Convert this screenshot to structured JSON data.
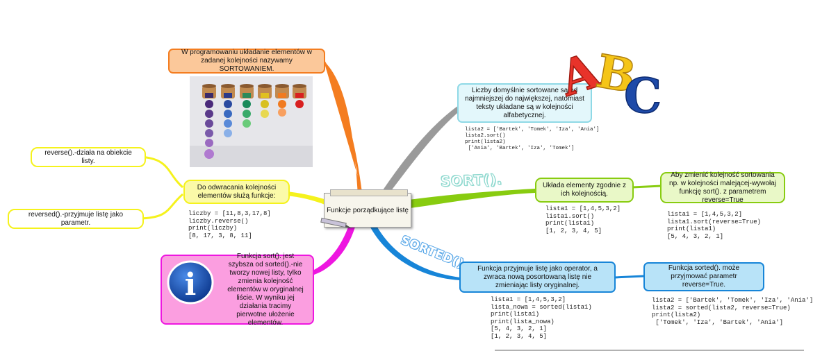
{
  "center": {
    "label": "Funkcje porządkujące listę"
  },
  "nodes": {
    "intro": {
      "text": "W programowaniu układanie elementów w zadanej kolejności nazywamy SORTOWANIEM."
    },
    "reverse_intro": {
      "text": "Do odwracania kolejności elementów służą funkcje:"
    },
    "reverse_method": {
      "text": "reverse().-działa na obiekcie listy."
    },
    "reversed_func": {
      "text": "reversed().-przyjmuje listę jako parametr."
    },
    "info": {
      "text": "Funkcja sort(). jest szybsza od sorted().-nie tworzy nowej listy, tylko zmienia kolejność elementów w oryginalnej liście. W wyniku jej działania tracimy pierwotne ułożenie elementów."
    },
    "default_sort": {
      "text": "Liczby domyślnie sortowane są od najmniejszej do największej, natomiast teksty układane są w kolejności alfabetycznej."
    },
    "sort_desc": {
      "text": "Układa elementy zgodnie z ich kolejnością."
    },
    "sort_reverse": {
      "text": "Aby zmienić kolejność sortowania np. w kolejności malejącej-wywołaj funkcję sort(). z parametrem reverse=True"
    },
    "sorted_desc": {
      "text": "Funkcja przyjmuje listę jako operator, a zwraca nową posortowaną listę nie zmieniając listy oryginalnej."
    },
    "sorted_reverse": {
      "text": "Funkcja sorted(). może przyjmować parametr reverse=True."
    }
  },
  "branch_labels": {
    "sort": "SORT().",
    "sorted": "SORTED()."
  },
  "code": {
    "reverse": [
      "liczby = [11,8,3,17,8]",
      "liczby.reverse()",
      "print(liczby)",
      "[8, 17, 3, 8, 11]"
    ],
    "strings": [
      "lista2 = ['Bartek', 'Tomek', 'Iza', 'Ania']",
      "lista2.sort()",
      "print(lista2)",
      " ['Ania', 'Bartek', 'Iza', 'Tomek']"
    ],
    "sort": [
      "lista1 = [1,4,5,3,2]",
      "lista1.sort()",
      "print(lista1)",
      "[1, 2, 3, 4, 5]"
    ],
    "sort_reverse": [
      "lista1 = [1,4,5,3,2]",
      "lista1.sort(reverse=True)",
      "print(lista1)",
      "[5, 4, 3, 2, 1]"
    ],
    "sorted": [
      "lista1 = [1,4,5,3,2]",
      "lista_nowa = sorted(lista1)",
      "print(lista1)",
      "print(lista_nowa)",
      "[5, 4, 3, 2, 1]",
      "[1, 2, 3, 4, 5]"
    ],
    "sorted_reverse": [
      "lista2 = ['Bartek', 'Tomek', 'Iza', 'Ania']",
      "lista2 = sorted(lista2, reverse=True)",
      "print(lista2)",
      " ['Tomek', 'Iza', 'Bartek', 'Ania']"
    ]
  },
  "images": {
    "abc_letters": [
      "A",
      "B",
      "C"
    ],
    "info_icon": "i"
  },
  "colors": {
    "orange": "#f47d20",
    "yellow": "#f5f21d",
    "magenta": "#ee16e0",
    "gray": "#9a9a9a",
    "green": "#88cc10",
    "blue": "#1785d8",
    "sort_label": "#8fd9cf",
    "sorted_label": "#5aa8e8"
  }
}
